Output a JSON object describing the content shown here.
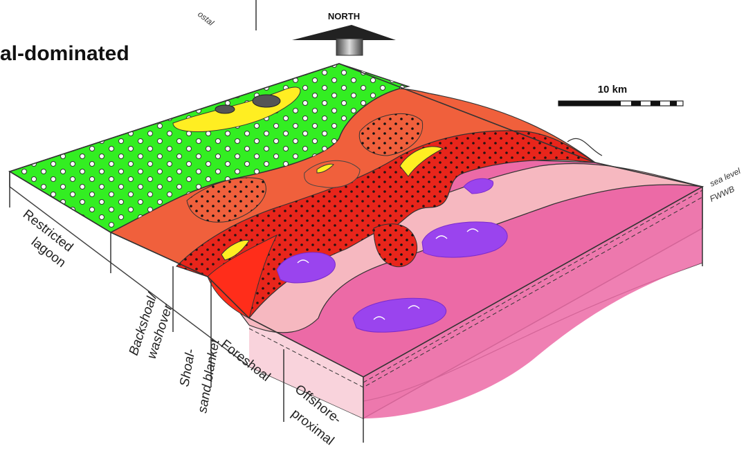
{
  "title": "al-dominated",
  "north_label": "NORTH",
  "scale_label": "10 km",
  "top_fragment": "ostal",
  "water_labels": {
    "sea_level": "sea level",
    "fwwb": "FWWB"
  },
  "zones": [
    {
      "id": "restricted-lagoon",
      "line1": "Restricted",
      "line2": "lagoon",
      "color": "#33ee22"
    },
    {
      "id": "backshoal-washover",
      "line1": "Backshoal/",
      "line2": "washover",
      "color": "#f0603c"
    },
    {
      "id": "shoal-sand-blanket",
      "line1": "Shoal-",
      "line2": "sand blanket",
      "color": "#e8251b"
    },
    {
      "id": "foreshoal",
      "line1": "Foreshoal",
      "line2": "",
      "color": "#f6b8c0"
    },
    {
      "id": "offshore-proximal",
      "line1": "Offshore-",
      "line2": "proximal",
      "color": "#ec6aa6"
    }
  ],
  "feature_colors": {
    "washover_fan": "#ffee22",
    "pond": "#555555",
    "reef": "#9a44ee",
    "block_side": "#f9d3dc"
  }
}
